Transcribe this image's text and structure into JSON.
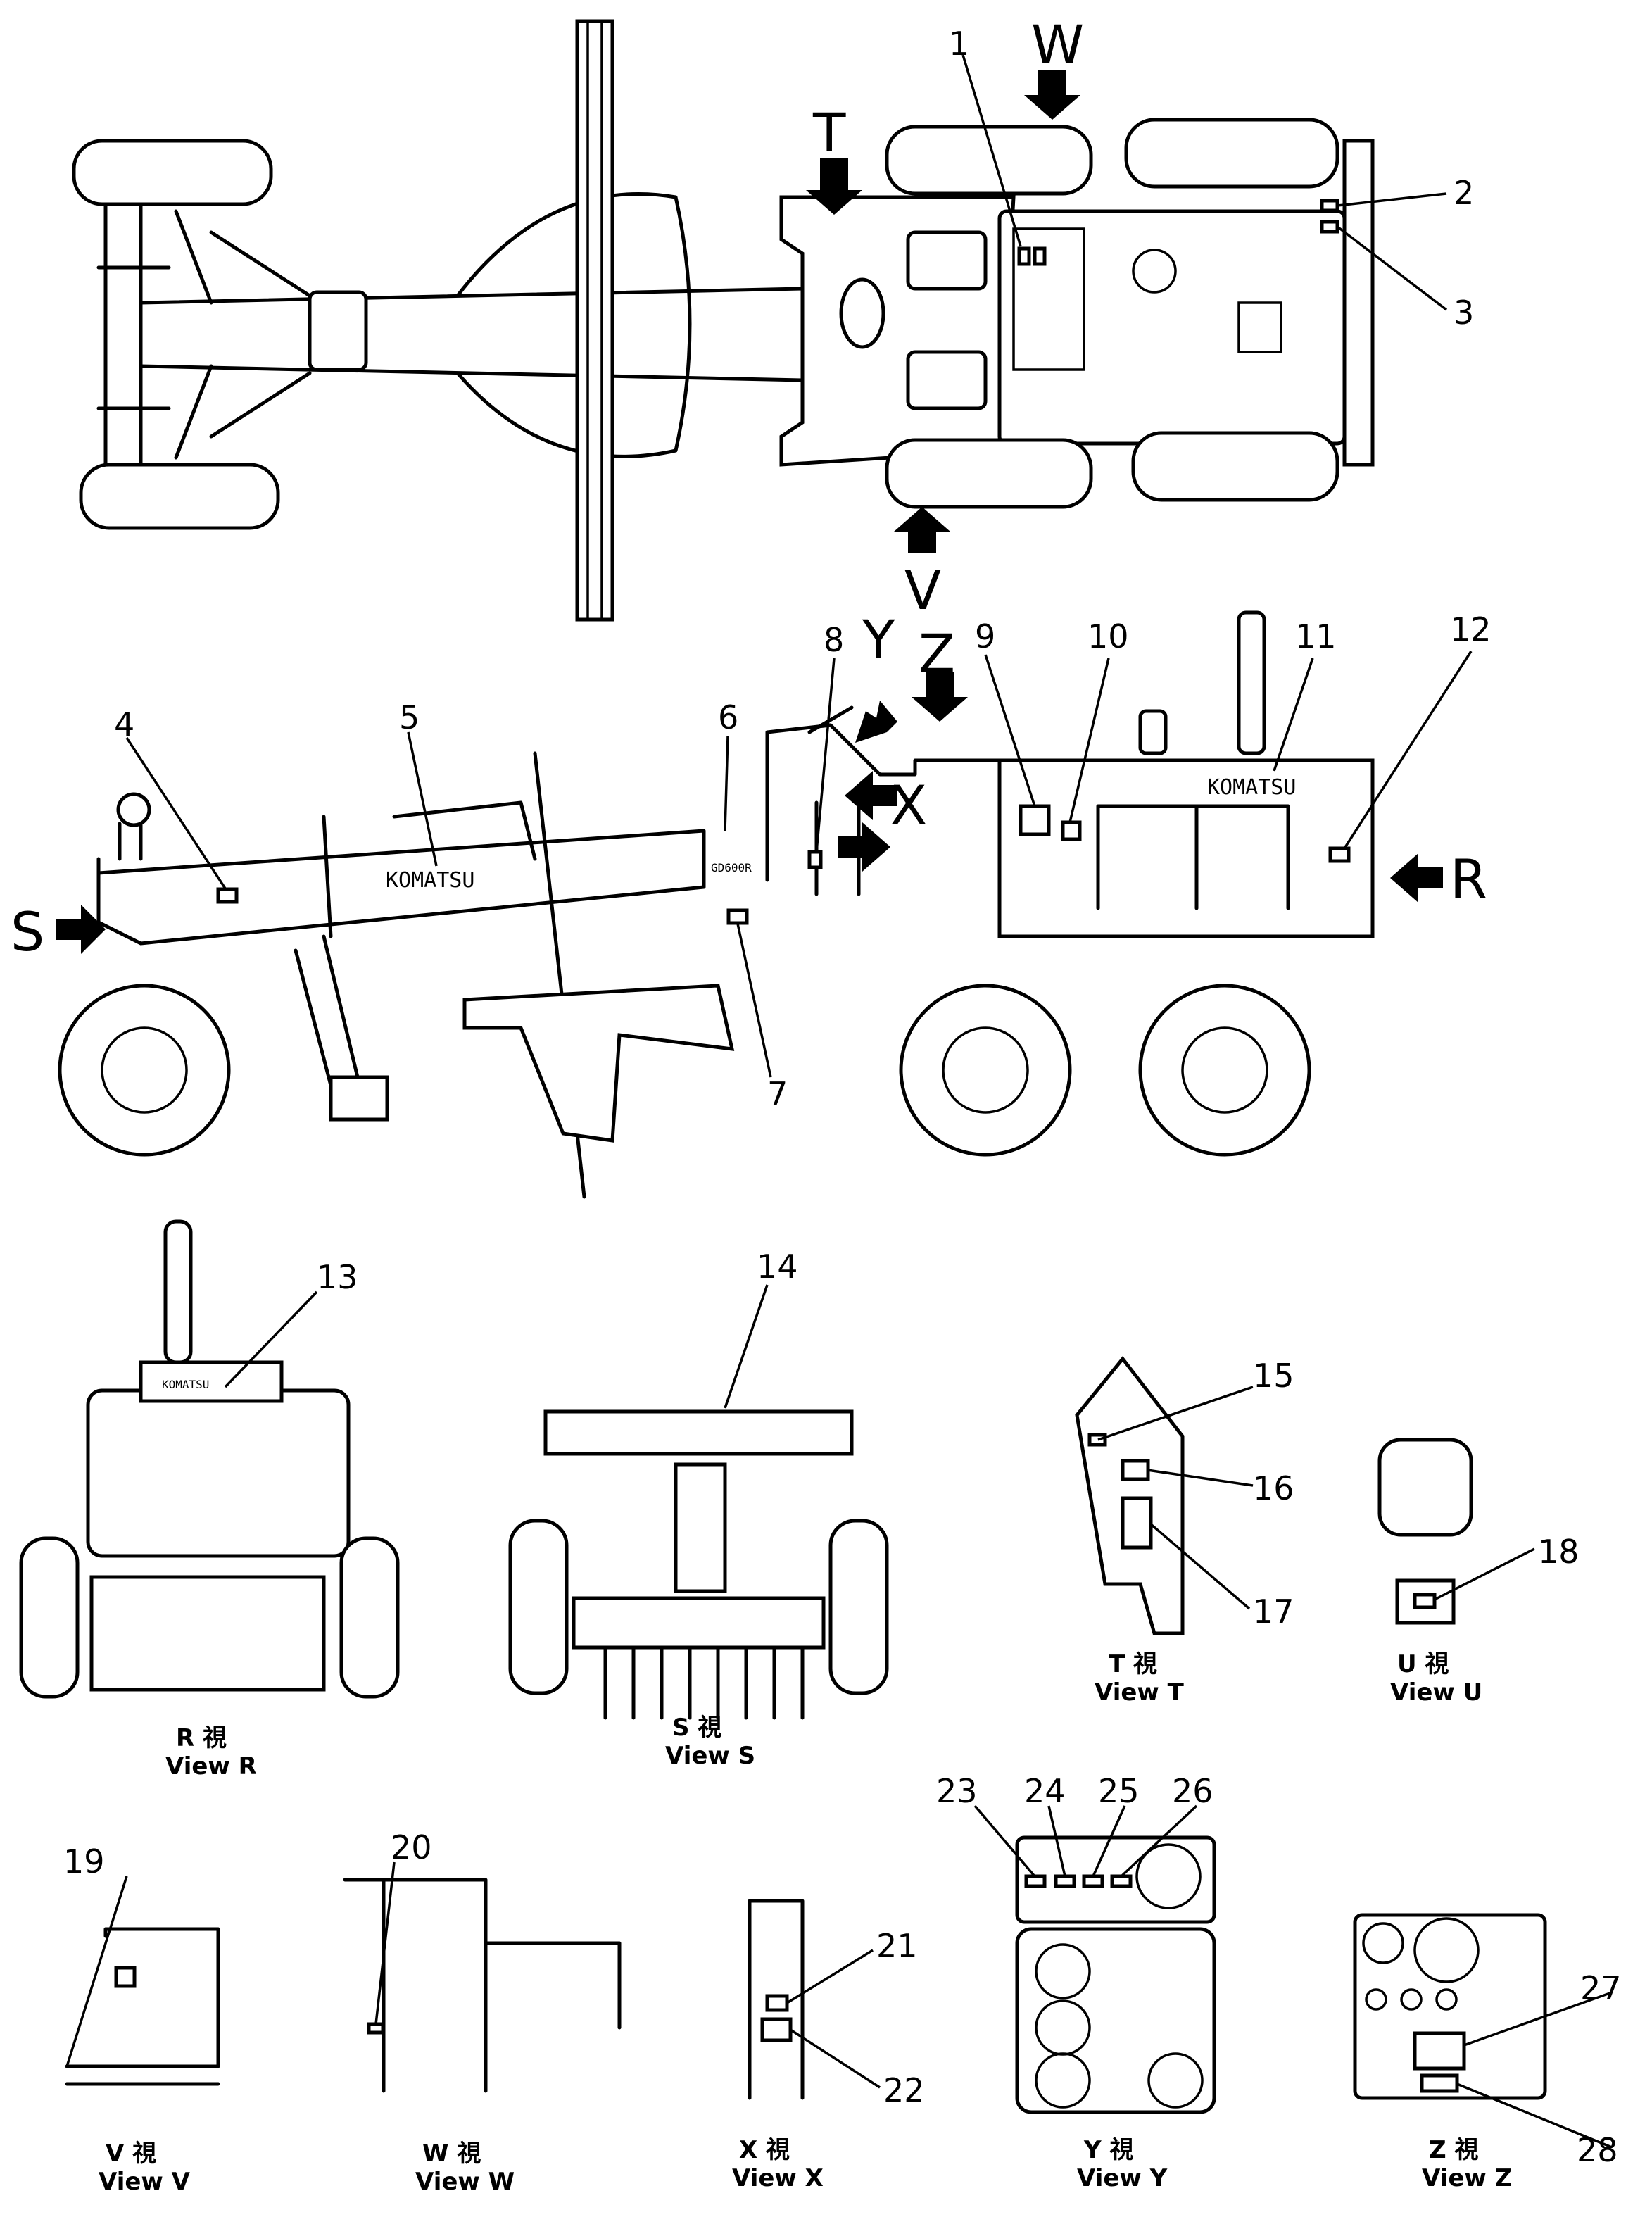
{
  "callouts": [
    "1",
    "2",
    "3",
    "4",
    "5",
    "6",
    "7",
    "8",
    "9",
    "10",
    "11",
    "12",
    "13",
    "14",
    "15",
    "16",
    "17",
    "18",
    "19",
    "20",
    "21",
    "22",
    "23",
    "24",
    "25",
    "26",
    "27",
    "28"
  ],
  "view_arrows": {
    "t": "T",
    "w": "W",
    "v": "V",
    "y": "Y",
    "z": "Z",
    "x": "X",
    "s": "S",
    "r": "R"
  },
  "captions": {
    "view_r": {
      "kanji": "R 視",
      "english": "View R"
    },
    "view_s": {
      "kanji": "S 視",
      "english": "View S"
    },
    "view_t": {
      "kanji": "T 視",
      "english": "View T"
    },
    "view_u": {
      "kanji": "U 視",
      "english": "View U"
    },
    "view_v": {
      "kanji": "V 視",
      "english": "View V"
    },
    "view_w": {
      "kanji": "W 視",
      "english": "View W"
    },
    "view_x": {
      "kanji": "X 視",
      "english": "View X"
    },
    "view_y": {
      "kanji": "Y 視",
      "english": "View Y"
    },
    "view_z": {
      "kanji": "Z 視",
      "english": "View Z"
    }
  },
  "brand": {
    "komatsu": "KOMATSU",
    "model": "GD600R"
  }
}
